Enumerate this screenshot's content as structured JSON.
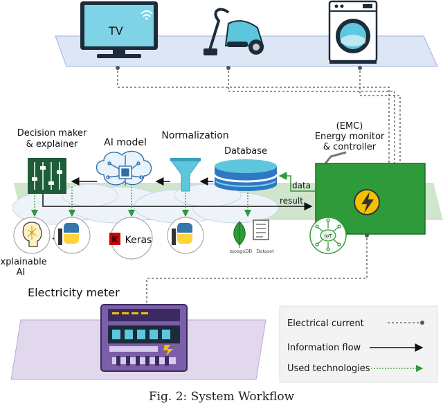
{
  "labels": {
    "tv": "TV",
    "decision_maker_line1": "Decision maker",
    "decision_maker_line2": "& explainer",
    "ai_model": "AI model",
    "normalization": "Normalization",
    "database": "Database",
    "emc_line1": "(EMC)",
    "emc_line2": "Energy monitor",
    "emc_line3": "& controller",
    "data_arrow": "data",
    "result_arrow": "result",
    "iot": "IoT",
    "keras": "Keras",
    "keras_k": "K",
    "mongodb": "mongoDB",
    "dataset": "Dataset",
    "explainable_line1": "Explainable",
    "explainable_line2": "AI",
    "electricity_meter": "Electricity meter",
    "caption": "Fig. 2: System Workflow"
  },
  "legend": {
    "electrical_current": "Electrical current",
    "information_flow": "Information flow",
    "used_technologies": "Used technologies"
  },
  "colors": {
    "top_platform": "#dde6f5",
    "bottom_platform": "#e2d8ee",
    "middle_band": "#cfe5cc",
    "emc_box": "#2f9a3a",
    "cloud": "#eef3fa",
    "tv_screen": "#7fd3e6",
    "cyan_device": "#5ec6dd",
    "db_blue": "#2f78c4",
    "decision_green": "#1e5c3a",
    "keras_red": "#d00000",
    "python_blue": "#3776ab",
    "python_yellow": "#ffd43b"
  },
  "icons": [
    "tv-icon",
    "vacuum-icon",
    "washing-machine-icon",
    "neural-chip-icon",
    "funnel-icon",
    "database-icon",
    "lightning-icon",
    "python-icon",
    "keras-icon",
    "mongodb-icon",
    "brain-icon",
    "iot-icon",
    "meter-icon"
  ]
}
